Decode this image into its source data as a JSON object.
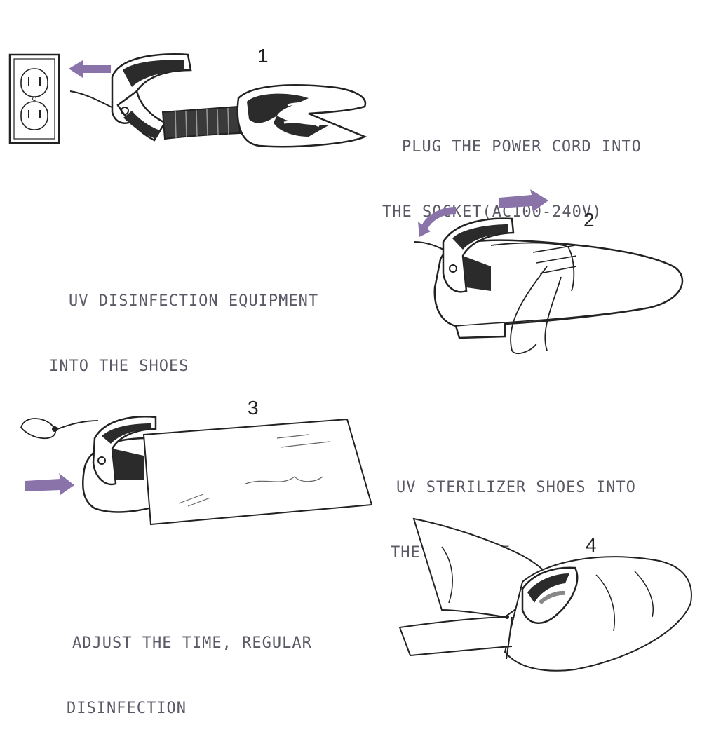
{
  "steps": [
    {
      "number": "1",
      "line1": "PLUG THE POWER CORD INTO",
      "line2": "THE SOCKET(AC100-240V)"
    },
    {
      "number": "2",
      "line1": "UV DISINFECTION EQUIPMENT",
      "line2": "INTO THE SHOES"
    },
    {
      "number": "3",
      "line1": "UV STERILIZER SHOES INTO",
      "line2": "THE SHOELACE"
    },
    {
      "number": "4",
      "line1": "ADJUST THE TIME, REGULAR",
      "line2": "DISINFECTION"
    }
  ],
  "colors": {
    "arrow": "#8a73a8",
    "ink": "#222222",
    "device_band": "#2b2b2b",
    "caption": "#5a5a66"
  },
  "icons": [
    "wall-outlet-icon",
    "arrow-left-icon",
    "arrow-right-icon",
    "curved-arrow-icon"
  ]
}
